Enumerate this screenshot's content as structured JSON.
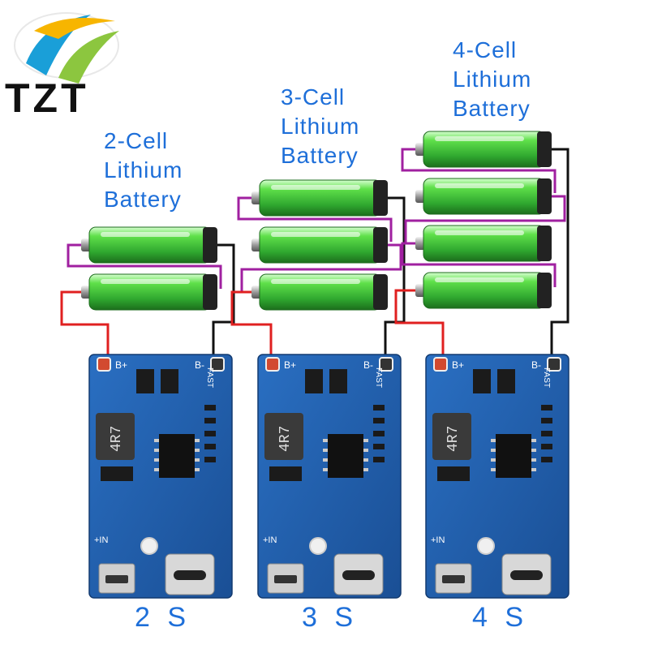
{
  "brand": {
    "name": "TZT",
    "logo_icon": "tzt-swoosh-logo"
  },
  "colors": {
    "label_blue": "#1e6fd9",
    "pcb_blue": "#1f5fae",
    "battery_green": "#3cc43c",
    "wire_positive": "#e02020",
    "wire_series": "#a020a0",
    "wire_negative": "#111111"
  },
  "panels": [
    {
      "label_line1": "2-Cell",
      "label_line2": "Lithium",
      "label_line3": "Battery",
      "cells": 2,
      "series": "2 S",
      "board": {
        "pos_pad": "B+",
        "neg_pad": "B-",
        "inductor": "4R7",
        "mode": "FAST",
        "input": "+IN"
      }
    },
    {
      "label_line1": "3-Cell",
      "label_line2": "Lithium",
      "label_line3": "Battery",
      "cells": 3,
      "series": "3 S",
      "board": {
        "pos_pad": "B+",
        "neg_pad": "B-",
        "inductor": "4R7",
        "mode": "FAST",
        "input": "+IN"
      }
    },
    {
      "label_line1": "4-Cell",
      "label_line2": "Lithium",
      "label_line3": "Battery",
      "cells": 4,
      "series": "4 S",
      "board": {
        "pos_pad": "B+",
        "neg_pad": "B-",
        "inductor": "4R7",
        "mode": "FAST",
        "input": "+IN"
      }
    }
  ]
}
